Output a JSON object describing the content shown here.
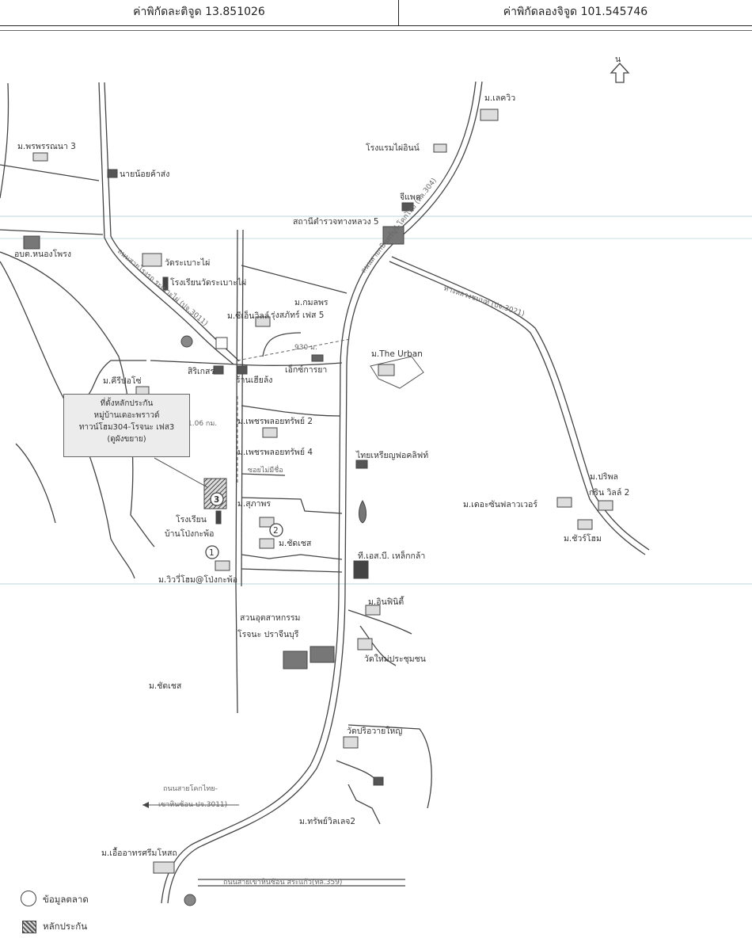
{
  "header": {
    "latitude_label": "ค่าพิกัดละติจูด 13.851026",
    "longitude_label": "ค่าพิกัดลองจิจูด 101.545746"
  },
  "north": {
    "label": "น"
  },
  "places": {
    "lake_view": "ม.เลควิว",
    "pornnana": "ม.พรพรรณนา 3",
    "hotel": "โรงแรมไผ่อินน์",
    "wholesale": "นายน้อยค้าส่ง",
    "gpc": "จีแพค",
    "police": "สถานีตำรวจทางหลวง 5",
    "sao": "อบต.หนองโพรง",
    "temple": "วัดระเบาะไผ่",
    "school": "โรงเรียนวัดระเบาะไผ่",
    "kamolporn1": "ม.กมลพร",
    "kamolporn2": "รุ่งสภัทร์ เฟส 5",
    "seeween": "ม.ซีเอ็นวิลล์",
    "urban": "ม.The Urban",
    "sirikesorn": "สิริเกสร",
    "shop": "ร้านเฮียล้ง",
    "ek": "เอ็กซ์การยา",
    "khiri": "ม.คีรีปอโซ่",
    "petch2": "ม.เพชรพลอยทรัพย์ 2",
    "petch4": "ม.เพชรพลอยทรัพย์ 4",
    "forklift": "ไทยเหรียญฟอคลิฟท์",
    "soi": "ซอยไม่มีชื่อ",
    "supap": "ม.สุภาพร",
    "chatchet": "ม.ชัดเชส",
    "ban_school1": "โรงเรียน",
    "ban_school2": "บ้านโป่งกะพ้อ",
    "viewhome": "ม.วิววี่โฮม@โป่งกะพ้อ",
    "tsb": "ที.เอส.บี. เหล็กกล้า",
    "sunflower": "ม.เดอะซันฟลาวเวอร์",
    "paripol1": "ม.ปริพล",
    "paripol2": "กริน วิลล์ 2",
    "wachirahome": "ม.ชัวร์โฮม",
    "infinity": "ม.อินฟินิตี้",
    "industrial1": "สวนอุตสาหกรรม",
    "industrial2": "โรจนะ ปราจีนบุรี",
    "temple2": "วัดใหม่ประชุมชน",
    "chatchet2": "ม.ชัดเชส",
    "temple3": "วัดปริอวายใหญ่",
    "sappawit": "ม.ทรัพย์วิลเลจ2",
    "euaarthorn": "ม.เอื้ออาทรศรีมโหสถ"
  },
  "roads": {
    "main_road_left": "ถนนสายโรงรถ ระเบาะไผ่ (ปจ.3011)",
    "main_road_right": "ถนนสายกบินทร์บุรี-โคกไทย (ทล.304)",
    "road_3021": "ทางหลวงชนบท (ปจ.3021)",
    "khok_thai1": "ถนนสายโคกไทย-",
    "khok_thai2": "เขาหินซ้อน ปจ.3011)",
    "bottom_road": "ถนนสายเขาหินซ้อน สระแก้ว(ทล.359)",
    "dist_930": "930 ม.",
    "dist_106": "1.06 กม."
  },
  "markers": {
    "m1": "1",
    "m2": "2",
    "m3": "3"
  },
  "callout": {
    "line1": "ที่ตั้งหลักประกัน",
    "line2": "หมู่บ้านเดอะพราวด์",
    "line3": "ทาวน์โฮม304-โรจนะ เฟส3",
    "line4": "(ดูผังขยาย)"
  },
  "legend": {
    "market": "ข้อมูลตลาด",
    "collateral": "หลักประกัน"
  }
}
